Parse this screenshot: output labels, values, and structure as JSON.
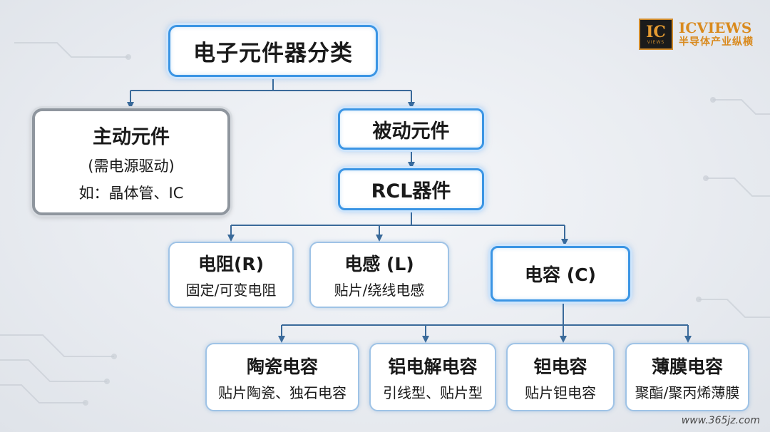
{
  "logo": {
    "mark": "IC",
    "mark_sub": "VIEWS",
    "name": "ICVIEWS",
    "subtitle": "半导体产业纵横"
  },
  "root": {
    "label": "电子元件器分类"
  },
  "active": {
    "title": "主动元件",
    "note": "(需电源驱动)",
    "example": "如：晶体管、IC"
  },
  "passive": {
    "label": "被动元件"
  },
  "rcl": {
    "label": "RCL器件"
  },
  "resistor": {
    "title": "电阻(R)",
    "desc": "固定/可变电阻"
  },
  "inductor": {
    "title": "电感 (L)",
    "desc": "贴片/绕线电感"
  },
  "capacitor": {
    "title": "电容 (C)"
  },
  "ceramic": {
    "title": "陶瓷电容",
    "desc": "贴片陶瓷、独石电容"
  },
  "aluminum": {
    "title": "铝电解电容",
    "desc": "引线型、贴片型"
  },
  "tantalum": {
    "title": "钽电容",
    "desc": "贴片钽电容"
  },
  "film": {
    "title": "薄膜电容",
    "desc": "聚酯/聚丙烯薄膜"
  },
  "watermark": "www.365jz.com",
  "colors": {
    "connector": "#3a6a9a",
    "glow_blue": "#3b95e4",
    "logo_orange": "#d98a1e"
  }
}
